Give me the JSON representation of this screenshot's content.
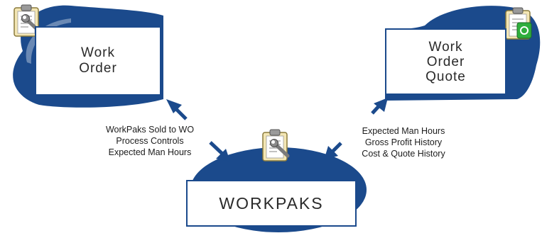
{
  "colors": {
    "blob": "#1b4a8c",
    "arrow": "#1b4a8c",
    "box_border": "#1b4a8c",
    "box_bg": "#ffffff"
  },
  "icons": [
    "clipboard-wrench-icon",
    "clipboard-wrench-icon",
    "clipboard-quote-icon"
  ],
  "nodes": {
    "work_order": {
      "line1": "Work",
      "line2": "Order"
    },
    "work_order_quote": {
      "line1": "Work",
      "line2": "Order",
      "line3": "Quote"
    },
    "workpaks": {
      "label": "WORKPAKS"
    }
  },
  "links": {
    "left": [
      "WorkPaks Sold to WO",
      "Process Controls",
      "Expected Man Hours"
    ],
    "right": [
      "Expected Man Hours",
      "Gross Profit History",
      "Cost & Quote History"
    ]
  }
}
